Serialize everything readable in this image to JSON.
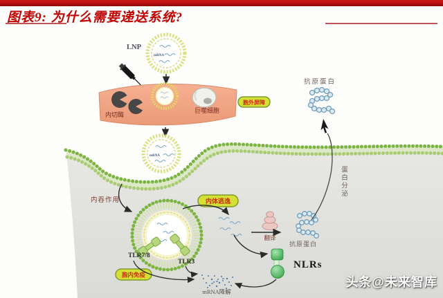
{
  "header": {
    "title": "图表9: 为什么需要递送系统?"
  },
  "diagram": {
    "labels": {
      "lnp": "LNP",
      "mrna": "mRNA",
      "endonuclease": "内切酶",
      "macrophage": "巨噬细胞",
      "barrier": "胞外屏障",
      "antigen_top": "抗原蛋白",
      "endocytosis": "内吞作用",
      "escape": "内体逃逸",
      "tlr78": "TLR7/8",
      "tlr3": "TLR3",
      "translation": "翻译",
      "antigen_inner": "抗原蛋白",
      "nlrs": "NLRs",
      "secretion": "蛋白分泌",
      "immunity": "胞内免疫",
      "degradation": "mRNA降解"
    },
    "colors": {
      "accent_red": "#b40000",
      "title_red": "#c00404",
      "band_orange": "#f2a585",
      "membrane_green": "#7fb143",
      "pill_fill": "#d5e036",
      "pill_text": "#cc2f12",
      "mrna_blue": "#7aa5c8",
      "nlr_green": "#35a24f",
      "cytoplasm_gray": "#e2e2e0"
    }
  },
  "watermark": {
    "text": "头条@未来智库"
  }
}
